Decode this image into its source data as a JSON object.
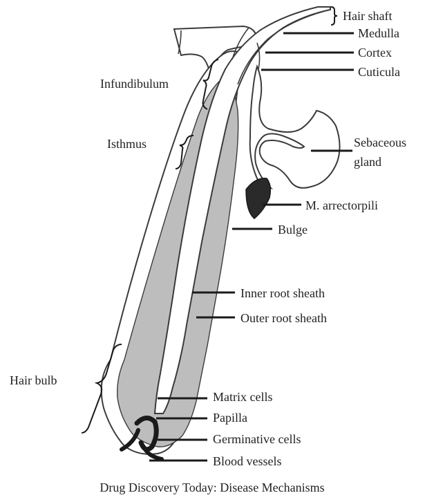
{
  "figure": {
    "caption": "Drug Discovery Today: Disease Mechanisms"
  },
  "labels": {
    "hair_shaft": "Hair shaft",
    "medulla": "Medulla",
    "cortex": "Cortex",
    "cuticula": "Cuticula",
    "infundibulum": "Infundibulum",
    "isthmus": "Isthmus",
    "sebaceous_gland_1": "Sebaceous",
    "sebaceous_gland_2": "gland",
    "m_arrectorpili": "M. arrectorpili",
    "bulge": "Bulge",
    "inner_root_sheath": "Inner root sheath",
    "outer_root_sheath": "Outer root sheath",
    "hair_bulb": "Hair bulb",
    "matrix_cells": "Matrix cells",
    "papilla": "Papilla",
    "germinative_cells": "Germinative cells",
    "blood_vessels": "Blood vessels"
  },
  "colors": {
    "inner_shading": "#bdbdbd",
    "outline": "#3a3a3a",
    "leader_line": "#1a1a1a",
    "muscle": "#2a2a2a"
  }
}
